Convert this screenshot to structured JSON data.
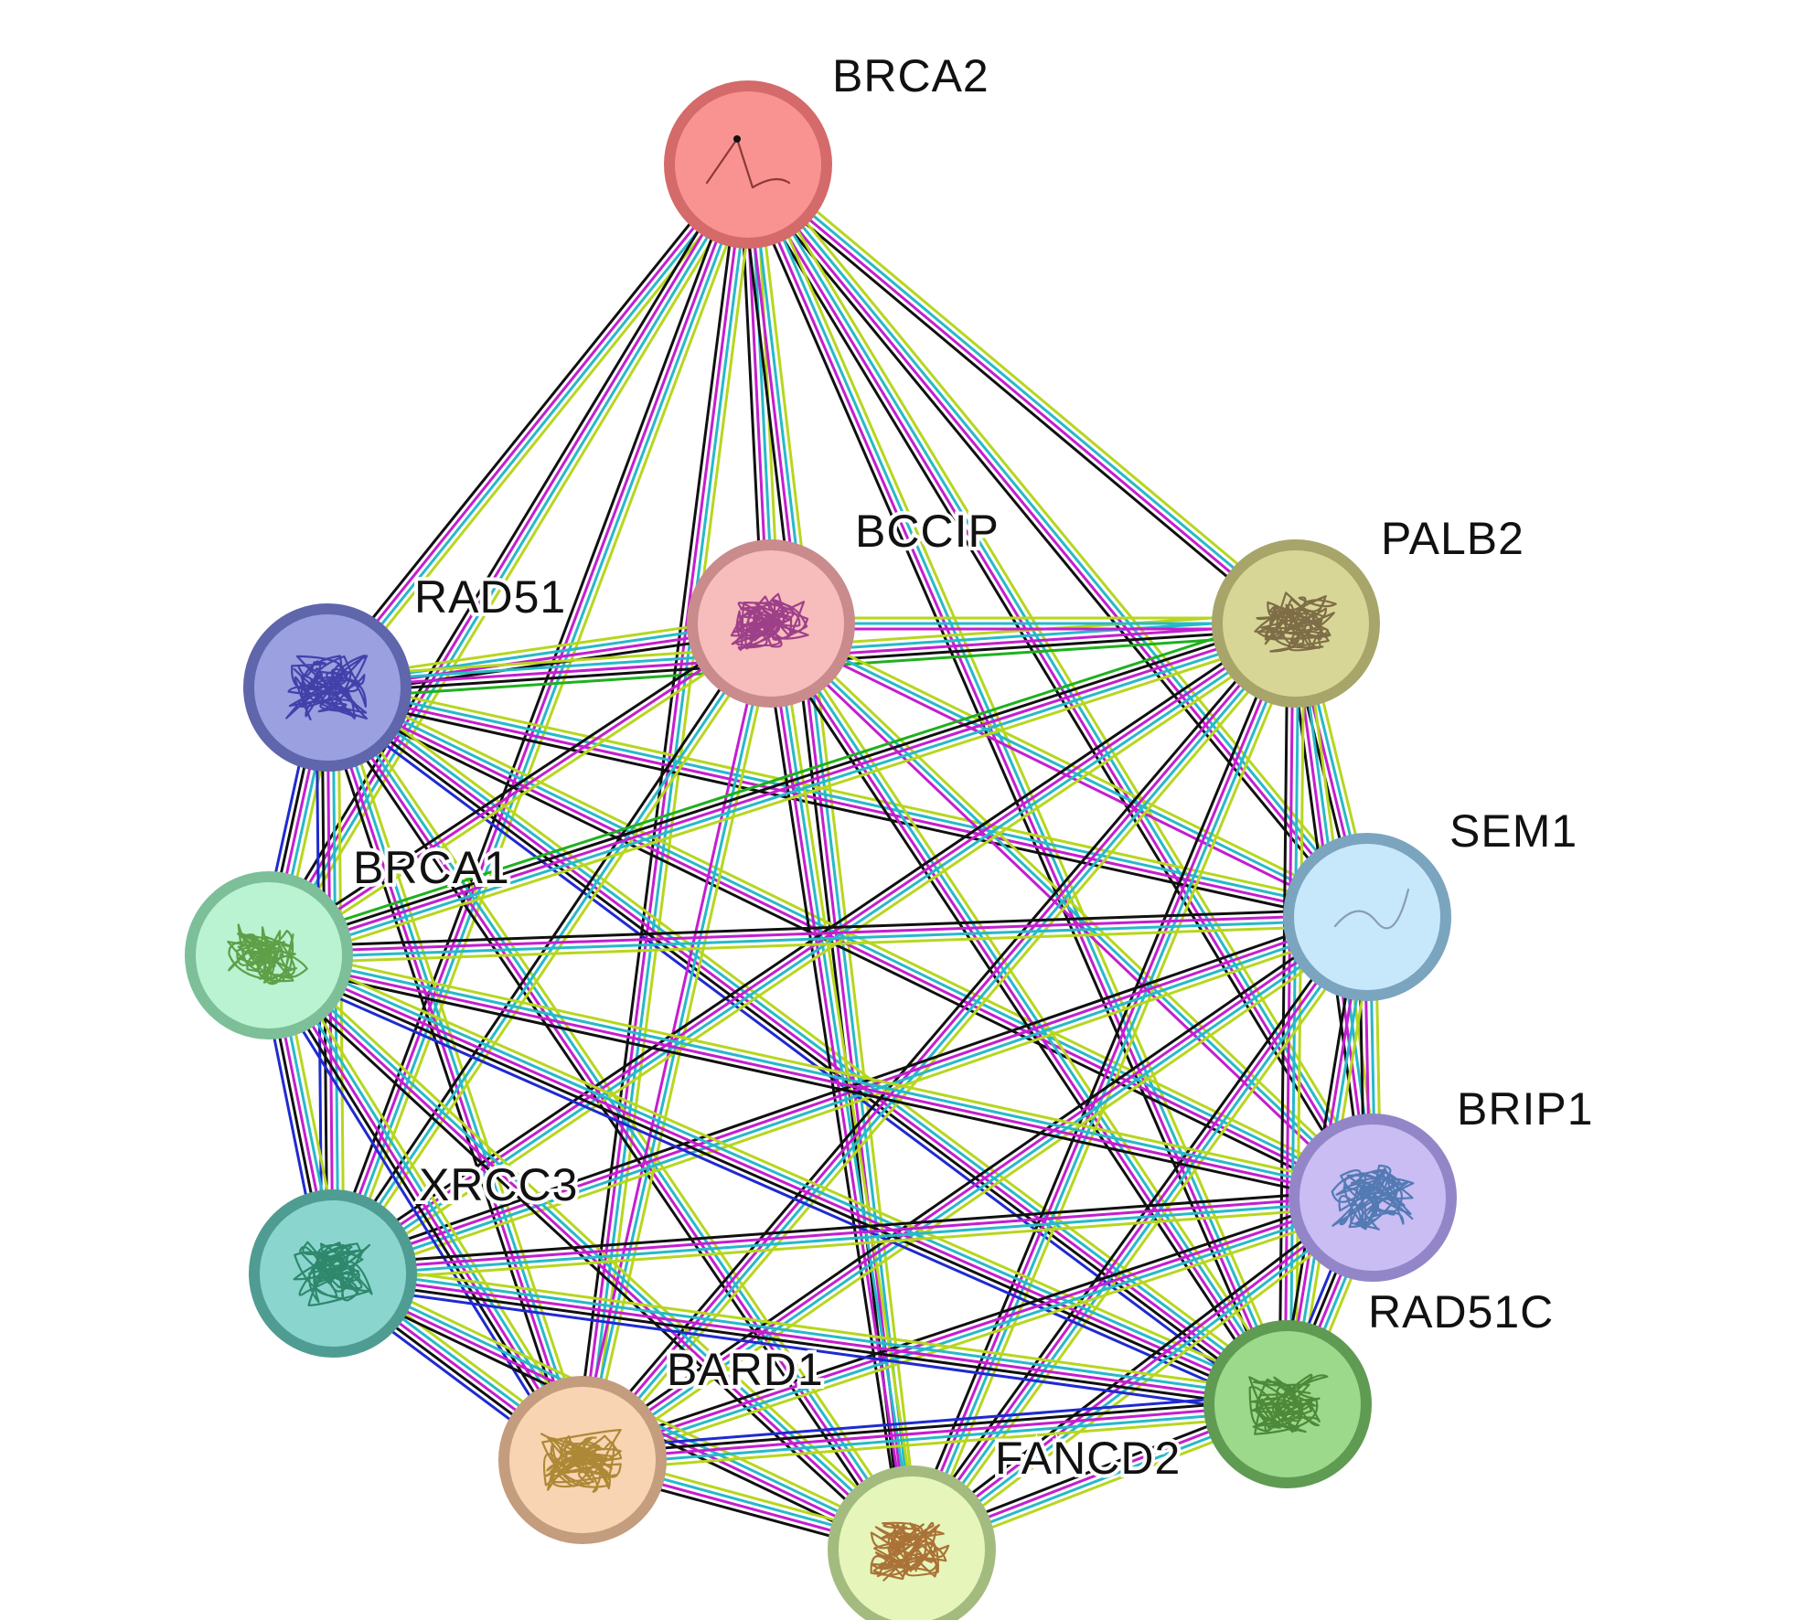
{
  "nodes": [
    {
      "id": "BRCA2",
      "label": "BRCA2",
      "fill": "#f99391",
      "ring": "#d46a6a",
      "glyph_color": "#7a2a2a"
    },
    {
      "id": "BCCIP",
      "label": "BCCIP",
      "fill": "#f7bcbc",
      "ring": "#c98b8b",
      "glyph_color": "#8e2a80"
    },
    {
      "id": "PALB2",
      "label": "PALB2",
      "fill": "#d8d697",
      "ring": "#a7a56a",
      "glyph_color": "#6e5a38"
    },
    {
      "id": "RAD51",
      "label": "RAD51",
      "fill": "#9aa0e0",
      "ring": "#5f66ab",
      "glyph_color": "#3330a0"
    },
    {
      "id": "SEM1",
      "label": "SEM1",
      "fill": "#c7e8fb",
      "ring": "#7ba4bf",
      "glyph_color": "#7f8fa0"
    },
    {
      "id": "BRCA1",
      "label": "BRCA1",
      "fill": "#b9f3d2",
      "ring": "#7cbf98",
      "glyph_color": "#4f8f2f"
    },
    {
      "id": "BRIP1",
      "label": "BRIP1",
      "fill": "#c9bdf3",
      "ring": "#9386c8",
      "glyph_color": "#3f6ea8"
    },
    {
      "id": "XRCC3",
      "label": "XRCC3",
      "fill": "#8ad6cf",
      "ring": "#4f9d92",
      "glyph_color": "#1f7a5a"
    },
    {
      "id": "RAD51C",
      "label": "RAD51C",
      "fill": "#9cd98b",
      "ring": "#5f9b52",
      "glyph_color": "#3f7a2a"
    },
    {
      "id": "BARD1",
      "label": "BARD1",
      "fill": "#f8d4b2",
      "ring": "#c49c7e",
      "glyph_color": "#a07a20"
    },
    {
      "id": "FANCD2",
      "label": "FANCD2",
      "fill": "#e6f6ba",
      "ring": "#a4bb80",
      "glyph_color": "#a05a20"
    }
  ],
  "edge_colors": [
    "#b7d61e",
    "#27b9c9",
    "#c41ecf",
    "#101010",
    "#1f2ad0",
    "#1fb01f"
  ],
  "edges": [
    {
      "source": "BRCA2",
      "target": "RAD51",
      "colors": [
        0,
        1,
        2,
        3
      ]
    },
    {
      "source": "BRCA2",
      "target": "BCCIP",
      "colors": [
        0,
        1,
        2,
        3
      ]
    },
    {
      "source": "BRCA2",
      "target": "PALB2",
      "colors": [
        0,
        1,
        2,
        3
      ]
    },
    {
      "source": "BRCA2",
      "target": "SEM1",
      "colors": [
        0,
        1,
        2,
        3
      ]
    },
    {
      "source": "BRCA2",
      "target": "BRCA1",
      "colors": [
        0,
        1,
        2,
        3
      ]
    },
    {
      "source": "BRCA2",
      "target": "BRIP1",
      "colors": [
        0,
        1,
        2,
        3
      ]
    },
    {
      "source": "BRCA2",
      "target": "XRCC3",
      "colors": [
        0,
        1,
        2,
        3
      ]
    },
    {
      "source": "BRCA2",
      "target": "RAD51C",
      "colors": [
        0,
        1,
        2,
        3
      ]
    },
    {
      "source": "BRCA2",
      "target": "BARD1",
      "colors": [
        0,
        1,
        2,
        3
      ]
    },
    {
      "source": "BRCA2",
      "target": "FANCD2",
      "colors": [
        0,
        1,
        2,
        3
      ]
    },
    {
      "source": "RAD51",
      "target": "BCCIP",
      "colors": [
        0,
        1,
        2,
        3
      ]
    },
    {
      "source": "RAD51",
      "target": "PALB2",
      "colors": [
        0,
        1,
        2,
        3,
        5
      ]
    },
    {
      "source": "RAD51",
      "target": "SEM1",
      "colors": [
        0,
        1,
        2,
        3
      ]
    },
    {
      "source": "RAD51",
      "target": "BRCA1",
      "colors": [
        0,
        1,
        2,
        3,
        4
      ]
    },
    {
      "source": "RAD51",
      "target": "BRIP1",
      "colors": [
        0,
        1,
        2,
        3
      ]
    },
    {
      "source": "RAD51",
      "target": "XRCC3",
      "colors": [
        0,
        1,
        2,
        3,
        4
      ]
    },
    {
      "source": "RAD51",
      "target": "RAD51C",
      "colors": [
        0,
        1,
        2,
        3,
        4
      ]
    },
    {
      "source": "RAD51",
      "target": "BARD1",
      "colors": [
        0,
        1,
        2,
        3
      ]
    },
    {
      "source": "RAD51",
      "target": "FANCD2",
      "colors": [
        0,
        1,
        2,
        3
      ]
    },
    {
      "source": "BCCIP",
      "target": "PALB2",
      "colors": [
        0,
        1,
        2
      ]
    },
    {
      "source": "BCCIP",
      "target": "SEM1",
      "colors": [
        0,
        1,
        2
      ]
    },
    {
      "source": "BCCIP",
      "target": "BRCA1",
      "colors": [
        0,
        2,
        3
      ]
    },
    {
      "source": "BCCIP",
      "target": "BRIP1",
      "colors": [
        0,
        1,
        2
      ]
    },
    {
      "source": "BCCIP",
      "target": "XRCC3",
      "colors": [
        0,
        1,
        3
      ]
    },
    {
      "source": "BCCIP",
      "target": "RAD51C",
      "colors": [
        0,
        1,
        2,
        3
      ]
    },
    {
      "source": "BCCIP",
      "target": "BARD1",
      "colors": [
        0,
        1,
        2
      ]
    },
    {
      "source": "BCCIP",
      "target": "FANCD2",
      "colors": [
        0,
        1,
        2,
        3
      ]
    },
    {
      "source": "PALB2",
      "target": "SEM1",
      "colors": [
        0,
        1,
        2,
        3
      ]
    },
    {
      "source": "PALB2",
      "target": "BRCA1",
      "colors": [
        0,
        1,
        2,
        3,
        5
      ]
    },
    {
      "source": "PALB2",
      "target": "BRIP1",
      "colors": [
        0,
        1,
        2,
        3
      ]
    },
    {
      "source": "PALB2",
      "target": "XRCC3",
      "colors": [
        0,
        1,
        2,
        3
      ]
    },
    {
      "source": "PALB2",
      "target": "RAD51C",
      "colors": [
        0,
        1,
        2,
        3
      ]
    },
    {
      "source": "PALB2",
      "target": "BARD1",
      "colors": [
        0,
        1,
        2,
        3
      ]
    },
    {
      "source": "PALB2",
      "target": "FANCD2",
      "colors": [
        0,
        1,
        2,
        3
      ]
    },
    {
      "source": "SEM1",
      "target": "BRCA1",
      "colors": [
        0,
        1,
        2,
        3
      ]
    },
    {
      "source": "SEM1",
      "target": "BRIP1",
      "colors": [
        0,
        1,
        2,
        3
      ]
    },
    {
      "source": "SEM1",
      "target": "XRCC3",
      "colors": [
        0,
        1,
        2,
        3
      ]
    },
    {
      "source": "SEM1",
      "target": "RAD51C",
      "colors": [
        0,
        1,
        2,
        3
      ]
    },
    {
      "source": "SEM1",
      "target": "BARD1",
      "colors": [
        0,
        1,
        2,
        3
      ]
    },
    {
      "source": "SEM1",
      "target": "FANCD2",
      "colors": [
        0,
        1,
        2,
        3
      ]
    },
    {
      "source": "BRCA1",
      "target": "BRIP1",
      "colors": [
        0,
        1,
        2,
        3
      ]
    },
    {
      "source": "BRCA1",
      "target": "XRCC3",
      "colors": [
        0,
        1,
        2,
        3,
        4
      ]
    },
    {
      "source": "BRCA1",
      "target": "RAD51C",
      "colors": [
        0,
        1,
        2,
        3,
        4
      ]
    },
    {
      "source": "BRCA1",
      "target": "BARD1",
      "colors": [
        0,
        1,
        2,
        3,
        4
      ]
    },
    {
      "source": "BRCA1",
      "target": "FANCD2",
      "colors": [
        0,
        1,
        2,
        3
      ]
    },
    {
      "source": "BRIP1",
      "target": "XRCC3",
      "colors": [
        0,
        1,
        2,
        3
      ]
    },
    {
      "source": "BRIP1",
      "target": "RAD51C",
      "colors": [
        0,
        1,
        2,
        3,
        4
      ]
    },
    {
      "source": "BRIP1",
      "target": "BARD1",
      "colors": [
        0,
        1,
        2,
        3
      ]
    },
    {
      "source": "BRIP1",
      "target": "FANCD2",
      "colors": [
        0,
        1,
        2,
        3
      ]
    },
    {
      "source": "XRCC3",
      "target": "RAD51C",
      "colors": [
        0,
        1,
        2,
        3,
        4
      ]
    },
    {
      "source": "XRCC3",
      "target": "BARD1",
      "colors": [
        0,
        1,
        2,
        3,
        4
      ]
    },
    {
      "source": "XRCC3",
      "target": "FANCD2",
      "colors": [
        0,
        1,
        2,
        3
      ]
    },
    {
      "source": "RAD51C",
      "target": "BARD1",
      "colors": [
        0,
        1,
        2,
        3,
        4
      ]
    },
    {
      "source": "RAD51C",
      "target": "FANCD2",
      "colors": [
        0,
        1,
        2,
        3
      ]
    },
    {
      "source": "BARD1",
      "target": "FANCD2",
      "colors": [
        0,
        1,
        2,
        3
      ]
    }
  ]
}
